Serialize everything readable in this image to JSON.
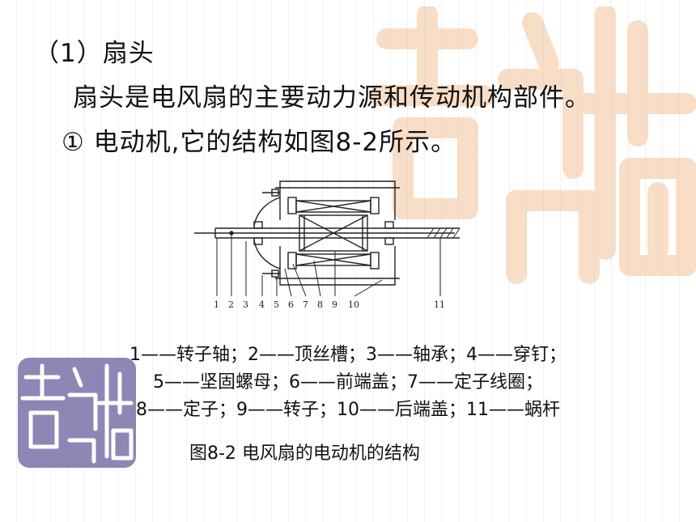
{
  "slide": {
    "heading": "（1）扇头",
    "paragraph": "扇头是电风扇的主要动力源和传动机构部件。",
    "item": "① 电动机,它的结构如图8-2所示。"
  },
  "figure": {
    "part_numbers": [
      "1",
      "2",
      "3",
      "4",
      "5",
      "6",
      "7",
      "8",
      "9",
      "10",
      "11"
    ],
    "legend_rows": [
      "1——转子轴；2——顶丝槽；3——轴承；4——穿钉；",
      "5——坚固螺母；6——前端盖；7——定子线圈；",
      "8——定子；9——转子；10——后端盖；11——蜗杆"
    ],
    "caption": "图8-2 电风扇的电动机的结构"
  },
  "colors": {
    "seal_orange": "#f3c39a",
    "seal_purple": "#8c87b4",
    "text": "#111111",
    "drawing": "#222222"
  },
  "icons": {
    "watermark_large": "seal-watermark-icon",
    "watermark_small": "seal-stamp-icon"
  }
}
